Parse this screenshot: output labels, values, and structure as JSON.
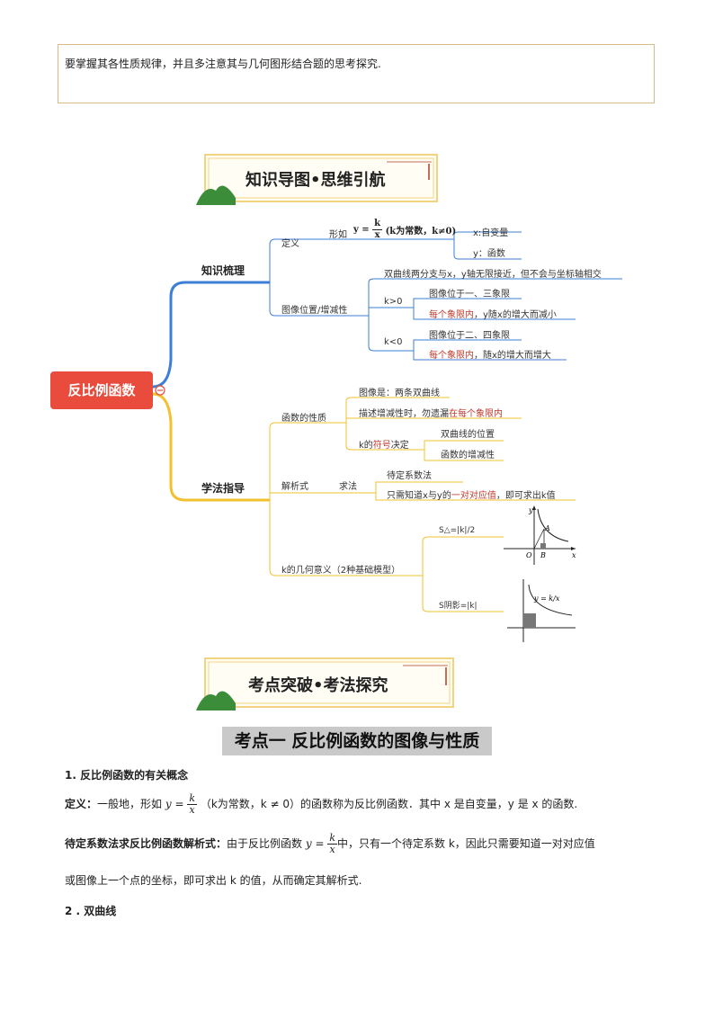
{
  "intro": {
    "text": "要掌握其各性质规律，并且多注意其与几何图形结合题的思考探究."
  },
  "banner1": {
    "title": "知识导图•思维引航"
  },
  "banner2": {
    "title": "考点突破•考法探究"
  },
  "mindmap": {
    "root": "反比例函数",
    "branch1": {
      "label": "知识梳理",
      "def": "定义",
      "def_form_prefix": "形如",
      "def_formula": "y = k/x (k为常数，k≠0)",
      "var_x": "x:自变量",
      "var_y": "y：函数",
      "graph": "图像位置/增减性",
      "graph_desc": "双曲线两分支与x，y轴无限接近，但不会与坐标轴相交",
      "kpos": "k>0",
      "kpos_quad": "图像位于一、三象限",
      "kpos_inc_red": "每个象限内",
      "kpos_inc_rest": "，y随x的增大而减小",
      "kneg": "k<0",
      "kneg_quad": "图像位于二、四象限",
      "kneg_inc_red": "每个象限内",
      "kneg_inc_rest": "，随x的增大而增大"
    },
    "branch2": {
      "label": "学法指导",
      "prop": "函数的性质",
      "prop_img": "图像是：两条双曲线",
      "prop_desc_pre": "描述增减性时，勿遗漏",
      "prop_desc_red": "在每个象限内",
      "prop_k_pre": "k的",
      "prop_k_red": "符号",
      "prop_k_post": "决定",
      "prop_k_pos": "双曲线的位置",
      "prop_k_mono": "函数的增减性",
      "expr": "解析式",
      "expr_method": "求法",
      "expr_1": "待定系数法",
      "expr_2_pre": "只需知道x与y的",
      "expr_2_red": "一对对应值",
      "expr_2_post": "，即可求出k值",
      "geo": "k的几何意义（2种基础模型）",
      "geo_1": "S△=|k|/2",
      "geo_2": "S阴影=|k|",
      "fig1_labels": {
        "y": "y",
        "x": "x",
        "o": "O",
        "a": "A",
        "b": "B"
      },
      "fig2_label": "y = k/x"
    }
  },
  "section": {
    "title": "考点一    反比例函数的图像与性质",
    "h1": "1.  反比例函数的有关概念",
    "def_label": "定义：",
    "def_pre": "一般地，形如",
    "def_mid": "（k为常数，k ≠ 0）的函数称为反比例函数．其中 x 是自变量，y 是 x 的函数.",
    "method_label": "待定系数法求反比例函数解析式：",
    "method_pre": "由于反比例函数",
    "method_post": "中，只有一个待定系数 k，因此只需要知道一对对应值",
    "method_line2": "或图像上一个点的坐标，即可求出 k 的值，从而确定其解析式.",
    "h2": "2 . 双曲线"
  },
  "colors": {
    "blue": "#3d7fd6",
    "yellow": "#f2c12e",
    "root": "#e94b3c",
    "red": "#c0392b",
    "green": "#3c8d3a",
    "banner_border": "#f2d480"
  }
}
